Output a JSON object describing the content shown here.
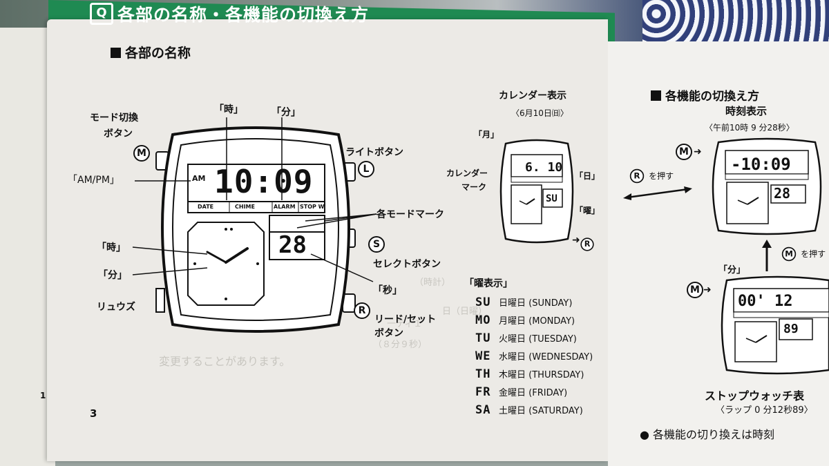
{
  "header": {
    "title": "各部の名称・各機能の切換え方",
    "logo": "Q"
  },
  "left_page": {
    "section_title": "各部の名称",
    "page_number": "3",
    "side_number": "1",
    "labels": {
      "mode_button_1": "モード切換",
      "mode_button_2": "ボタン",
      "hour_top": "「時」",
      "min_top": "「分」",
      "light_button": "ライトボタン",
      "ampm": "「AM/PM」",
      "mode_marks": "各モードマーク",
      "hour_hand": "「時」",
      "min_hand": "「分」",
      "select_button": "セレクトボタン",
      "seconds": "「秒」",
      "crown": "リュウズ",
      "read_set_1": "リード/セット",
      "read_set_2": "ボタン"
    },
    "watch": {
      "am": "AM",
      "time": "10:09",
      "seconds": "28",
      "date_tab": "DATE",
      "chime_tab": "CHIME",
      "alarm_tab": "ALARM",
      "stop_tab": "STOP W"
    },
    "buttons": {
      "m": "M",
      "l": "L",
      "s": "S",
      "r": "R"
    },
    "calendar": {
      "title": "カレンダー表示",
      "subtitle": "〈6月10日㈰〉",
      "month": "「月」",
      "mark_1": "カレンダー",
      "mark_2": "マーク",
      "day": "「日」",
      "weekday": "「曜」",
      "display": "6. 10",
      "wd": "SU"
    },
    "weekday_list": {
      "title": "「曜表示」",
      "days": [
        {
          "code": "SU",
          "jp": "日曜日",
          "en": "(SUNDAY)"
        },
        {
          "code": "MO",
          "jp": "月曜日",
          "en": "(MONDAY)"
        },
        {
          "code": "TU",
          "jp": "火曜日",
          "en": "(TUESDAY)"
        },
        {
          "code": "WE",
          "jp": "水曜日",
          "en": "(WEDNESDAY)"
        },
        {
          "code": "TH",
          "jp": "木曜日",
          "en": "(THURSDAY)"
        },
        {
          "code": "FR",
          "jp": "金曜日",
          "en": "(FRIDAY)"
        },
        {
          "code": "SA",
          "jp": "土曜日",
          "en": "(SATURDAY)"
        }
      ]
    },
    "bleed": [
      "（時計）",
      "日（日曜）",
      "一ティ１",
      "（８分９秒）",
      "変更することがあります。"
    ]
  },
  "right_page": {
    "section_title": "各機能の切換え方",
    "time_title": "時刻表示",
    "time_sub": "〈午前10時 9 分28秒〉",
    "press_r": "を押す",
    "press_m": "を押す",
    "min_label": "「分」",
    "watch1": {
      "time": "-10:09",
      "sec": "28"
    },
    "watch2": {
      "time": "00' 12",
      "sec": "89"
    },
    "stopwatch_title": "ストップウォッチ表",
    "stopwatch_sub": "〈ラップ 0 分12秒89〉",
    "note": "● 各機能の切り換えは時刻"
  }
}
